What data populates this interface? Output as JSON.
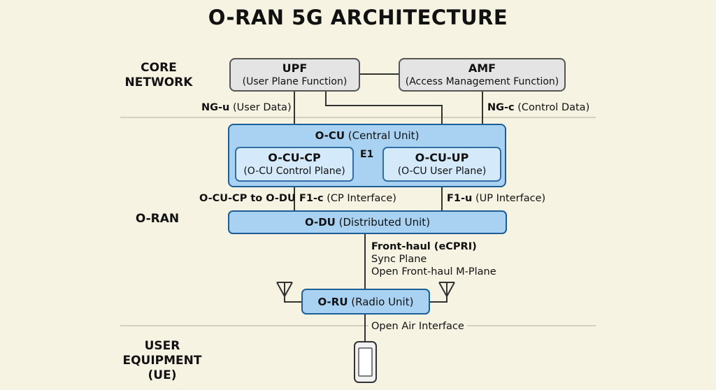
{
  "title": "O-RAN 5G ARCHITECTURE",
  "sections": {
    "core": [
      "CORE",
      "NETWORK"
    ],
    "oran": "O-RAN",
    "ue": [
      "USER",
      "EQUIPMENT",
      "(UE)"
    ]
  },
  "boxes": {
    "upf": {
      "name": "UPF",
      "desc": "(User Plane Function)"
    },
    "amf": {
      "name": "AMF",
      "desc": "(Access Management Function)"
    },
    "ocu": {
      "name": "O-CU",
      "desc": "(Central Unit)"
    },
    "ocucp": {
      "name": "O-CU-CP",
      "desc": "(O-CU Control Plane)"
    },
    "ocuup": {
      "name": "O-CU-UP",
      "desc": "(O-CU User Plane)"
    },
    "odu": {
      "name": "O-DU",
      "desc": "(Distributed Unit)"
    },
    "oru": {
      "name": "O-RU",
      "desc": "(Radio Unit)"
    }
  },
  "interfaces": {
    "ngu": {
      "name": "NG-u",
      "desc": "(User Data)"
    },
    "ngc": {
      "name": "NG-c",
      "desc": "(Control Data)"
    },
    "e1": "E1",
    "cp_to_du": "O-CU-CP to O-DU",
    "f1c": {
      "name": "F1-c",
      "desc": "(CP Interface)"
    },
    "f1u": {
      "name": "F1-u",
      "desc": "(UP Interface)"
    },
    "fronthaul": {
      "name": "Front-haul (eCPRI)",
      "line2": "Sync Plane",
      "line3": "Open Front-haul M-Plane"
    },
    "air": "Open Air Interface"
  },
  "colors": {
    "background": "#f7f3e3",
    "blue_box": "#a9d2f2",
    "blue_border": "#1c5f97",
    "grey_box": "#e4e4e4",
    "line": "#333333"
  },
  "icons": [
    "antenna-icon",
    "smartphone-icon"
  ]
}
